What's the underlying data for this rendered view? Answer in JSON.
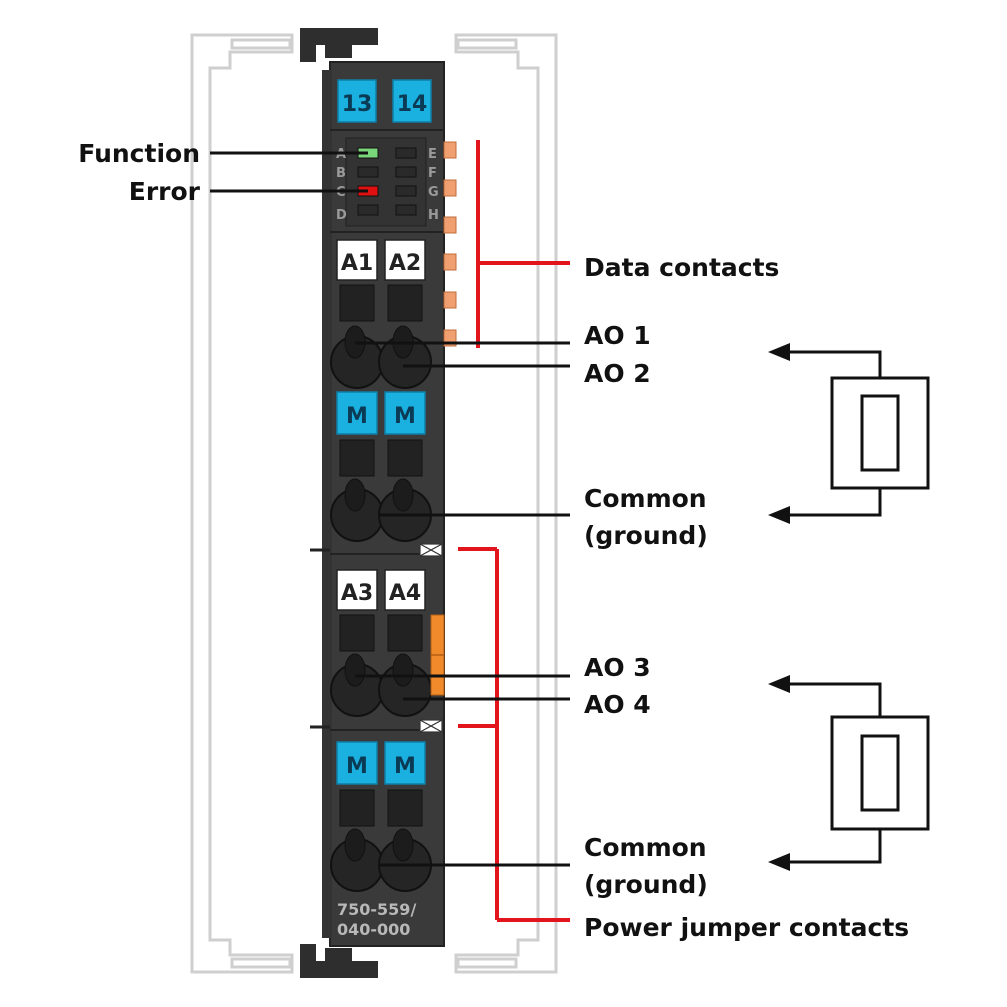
{
  "colors": {
    "housing": "#3a3a3a",
    "blue_tile": "#1ab0e0",
    "red_line": "#e1151b",
    "orange_contact": "#f0a070",
    "led_green": "#7ad67a",
    "led_red": "#e01010",
    "rail_outline": "#cfcfcf"
  },
  "module": {
    "power_tiles": [
      "13",
      "14"
    ],
    "led_letters_left": [
      "A",
      "B",
      "C",
      "D"
    ],
    "led_letters_right": [
      "E",
      "F",
      "G",
      "H"
    ],
    "tiles_upper": [
      "A1",
      "A2"
    ],
    "common_tiles_upper": [
      "M",
      "M"
    ],
    "tiles_lower": [
      "A3",
      "A4"
    ],
    "common_tiles_lower": [
      "M",
      "M"
    ],
    "part_number_line1": "750-559/",
    "part_number_line2": "040-000"
  },
  "labels": {
    "function": "Function",
    "error": "Error",
    "data_contacts": "Data contacts",
    "ao1": "AO 1",
    "ao2": "AO 2",
    "common_upper_1": "Common",
    "common_upper_2": "(ground)",
    "ao3": "AO 3",
    "ao4": "AO 4",
    "common_lower_1": "Common",
    "common_lower_2": "(ground)",
    "power_jumper_contacts": "Power jumper contacts"
  }
}
